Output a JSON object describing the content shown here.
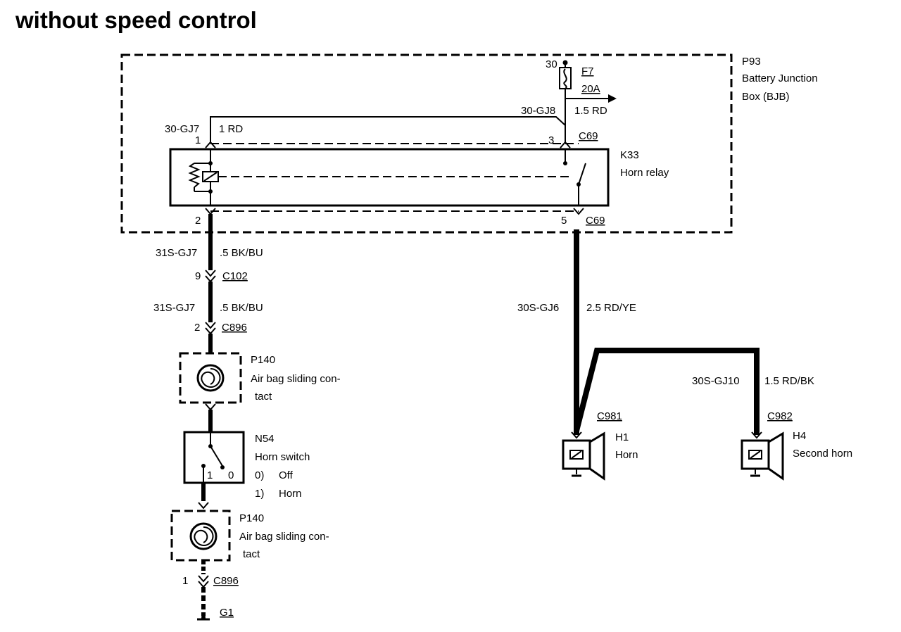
{
  "title": "without speed control",
  "bjb": {
    "code": "P93",
    "name_line1": "Battery Junction",
    "name_line2": "Box (BJB)",
    "terminal_30": "30",
    "fuse_code": "F7",
    "fuse_rating": "20A",
    "out_wire_gauge": "1.5 RD",
    "out_wire_circuit": "30-GJ8"
  },
  "relay": {
    "code": "K33",
    "name": "Horn relay",
    "pin1": "1",
    "pin2": "2",
    "pin3": "3",
    "pin5": "5",
    "connector_top": "C69",
    "connector_bottom": "C69",
    "wire1_circuit": "30-GJ7",
    "wire1_gauge": "1 RD"
  },
  "left_branch": {
    "wire_a_circuit": "31S-GJ7",
    "wire_a_gauge": ".5 BK/BU",
    "c102_pin": "9",
    "c102": "C102",
    "wire_b_circuit": "31S-GJ7",
    "wire_b_gauge": ".5 BK/BU",
    "c896_pin_top": "2",
    "c896_top": "C896",
    "slip1_code": "P140",
    "slip1_line1": "Air bag sliding con-",
    "slip1_line2": "tact",
    "switch_code": "N54",
    "switch_name": "Horn switch",
    "switch_pos0_num": "0)",
    "switch_pos0_label": "Off",
    "switch_pos1_num": "1)",
    "switch_pos1_label": "Horn",
    "switch_contact_1": "1",
    "switch_contact_0": "0",
    "slip2_code": "P140",
    "slip2_line1": "Air bag sliding con-",
    "slip2_line2": "tact",
    "c896_pin_bottom": "1",
    "c896_bottom": "C896",
    "ground": "G1"
  },
  "right_branch": {
    "main_circuit": "30S-GJ6",
    "main_gauge": "2.5 RD/YE",
    "branch_circuit": "30S-GJ10",
    "branch_gauge": "1.5 RD/BK",
    "horn1_connector": "C981",
    "horn1_code": "H1",
    "horn1_name": "Horn",
    "horn2_connector": "C982",
    "horn2_code": "H4",
    "horn2_name": "Second horn"
  }
}
